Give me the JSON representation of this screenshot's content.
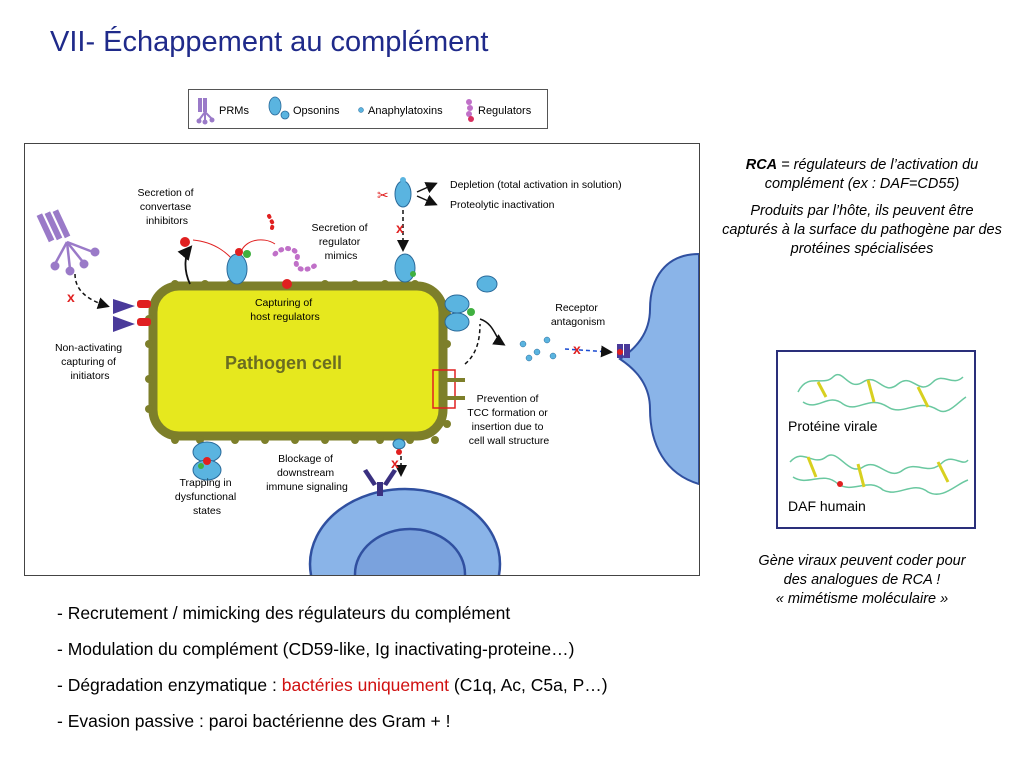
{
  "title": "VII- Échappement au complément",
  "legend": {
    "items": [
      {
        "label": "PRMs",
        "icon": "prm-icon"
      },
      {
        "label": "Opsonins",
        "icon": "opsonin-icon"
      },
      {
        "label": "Anaphylatoxins",
        "icon": "anaphylatoxin-icon"
      },
      {
        "label": "Regulators",
        "icon": "regulator-icon"
      }
    ]
  },
  "diagram": {
    "pathogen": "Pathogen cell",
    "secretion_convertase": [
      "Secretion of",
      "convertase",
      "inhibitors"
    ],
    "secretion_mimics": [
      "Secretion of",
      "regulator",
      "mimics"
    ],
    "capturing_host": [
      "Capturing of",
      "host regulators"
    ],
    "depletion": "Depletion (total activation in solution)",
    "proteolytic": "Proteolytic inactivation",
    "receptor": [
      "Receptor",
      "antagonism"
    ],
    "non_activating": [
      "Non-activating",
      "capturing of",
      "initiators"
    ],
    "prevention": [
      "Prevention of",
      "TCC formation or",
      "insertion due to",
      "cell wall structure"
    ],
    "blockage": [
      "Blockage of",
      "downstream",
      "immune signaling"
    ],
    "trapping": [
      "Trapping in",
      "dysfunctional",
      "states"
    ],
    "colors": {
      "pathogen_fill": "#e6e81e",
      "pathogen_border": "#7d7f2a",
      "host_cell": "#8ab4e8",
      "opsonin": "#5ab4e0",
      "regulator": "#b05cc0",
      "inhibit": "#e02020"
    }
  },
  "right": {
    "rca_bold": "RCA",
    "rca_rest": " = régulateurs de l’activation du complément (ex : DAF=CD55)",
    "host_products": "Produits par l’hôte, ils peuvent être capturés à la surface du pathogène par des protéines spécialisées",
    "viral_protein": "Protéine virale",
    "daf_human": "DAF humain",
    "mimic_line1": "Gène viraux peuvent coder pour",
    "mimic_line2": "des analogues de RCA !",
    "mimic_line3": "« mimétisme moléculaire  »"
  },
  "bullets": {
    "b1": "- Recrutement / mimicking des régulateurs du complément",
    "b2": "- Modulation du complément (CD59-like, Ig inactivating-proteine…)",
    "b3_pre": "- Dégradation enzymatique : ",
    "b3_red": "bactéries uniquement",
    "b3_post": " (C1q, Ac, C5a, P…)",
    "b4": "- Evasion passive : paroi bactérienne des Gram +  !"
  }
}
